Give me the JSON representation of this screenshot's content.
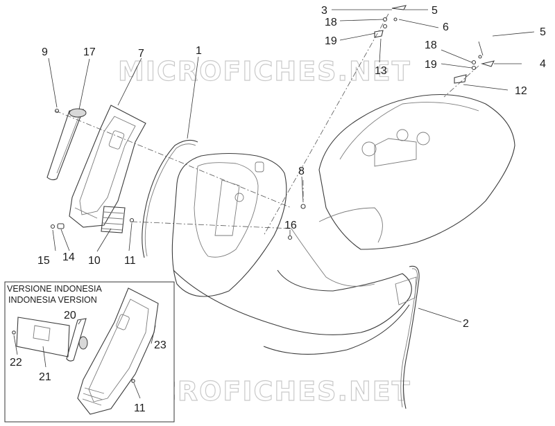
{
  "watermark": {
    "text": "MICROFICHES.NET"
  },
  "inset": {
    "title_line1": "VERSIONE INDONESIA",
    "title_line2": "INDONESIA VERSION"
  },
  "callouts": {
    "c1": "1",
    "c2": "2",
    "c3": "3",
    "c4": "4",
    "c5a": "5",
    "c5b": "5",
    "c6": "6",
    "c7": "7",
    "c8": "8",
    "c9": "9",
    "c10": "10",
    "c11a": "11",
    "c11b": "11",
    "c12": "12",
    "c13": "13",
    "c14": "14",
    "c15": "15",
    "c16": "16",
    "c17": "17",
    "c18a": "18",
    "c18b": "18",
    "c19a": "19",
    "c19b": "19",
    "c20": "20",
    "c21": "21",
    "c22": "22",
    "c23": "23"
  }
}
